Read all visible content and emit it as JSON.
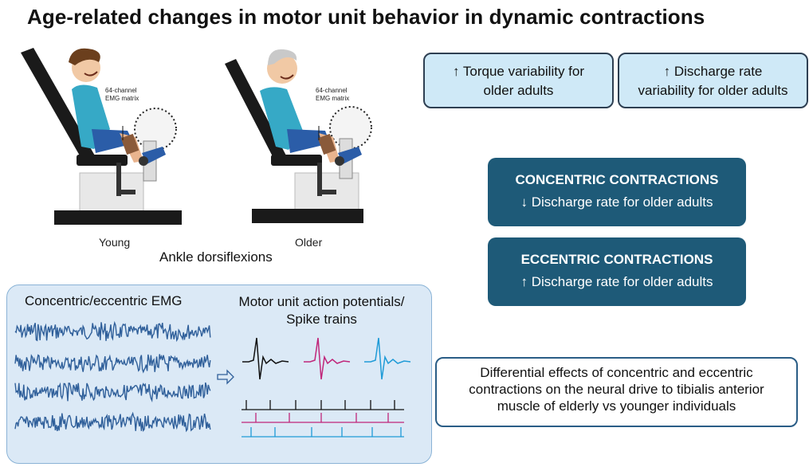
{
  "title": "Age-related changes in motor unit behavior in dynamic contractions",
  "illustration": {
    "emg_label_line1": "64-channel",
    "emg_label_line2": "EMG matrix",
    "young_label": "Young",
    "older_label": "Older",
    "task_label": "Ankle dorsiflexions"
  },
  "findings": {
    "torque": {
      "arrow": "↑",
      "line1": "Torque variability for",
      "line2": "older adults"
    },
    "discharge_var": {
      "arrow": "↑",
      "line1": "Discharge rate",
      "line2": "variability for older adults"
    },
    "concentric": {
      "heading": "CONCENTRIC CONTRACTIONS",
      "arrow": "↓",
      "text": "Discharge rate for older adults"
    },
    "eccentric": {
      "heading": "ECCENTRIC CONTRACTIONS",
      "arrow": "↑",
      "text": "Discharge rate for older adults"
    }
  },
  "emg_panel": {
    "left_title": "Concentric/eccentric EMG",
    "right_title_line1": "Motor unit action potentials/",
    "right_title_line2": "Spike trains",
    "colors": {
      "emg": "#2f5f9a",
      "mu1": "#111111",
      "mu2": "#c0267a",
      "mu3": "#1f9bd7"
    }
  },
  "conclusion": {
    "line1": "Differential effects of concentric and eccentric",
    "line2": "contractions on the neural drive to tibialis anterior",
    "line3": "muscle of elderly vs younger individuals"
  }
}
